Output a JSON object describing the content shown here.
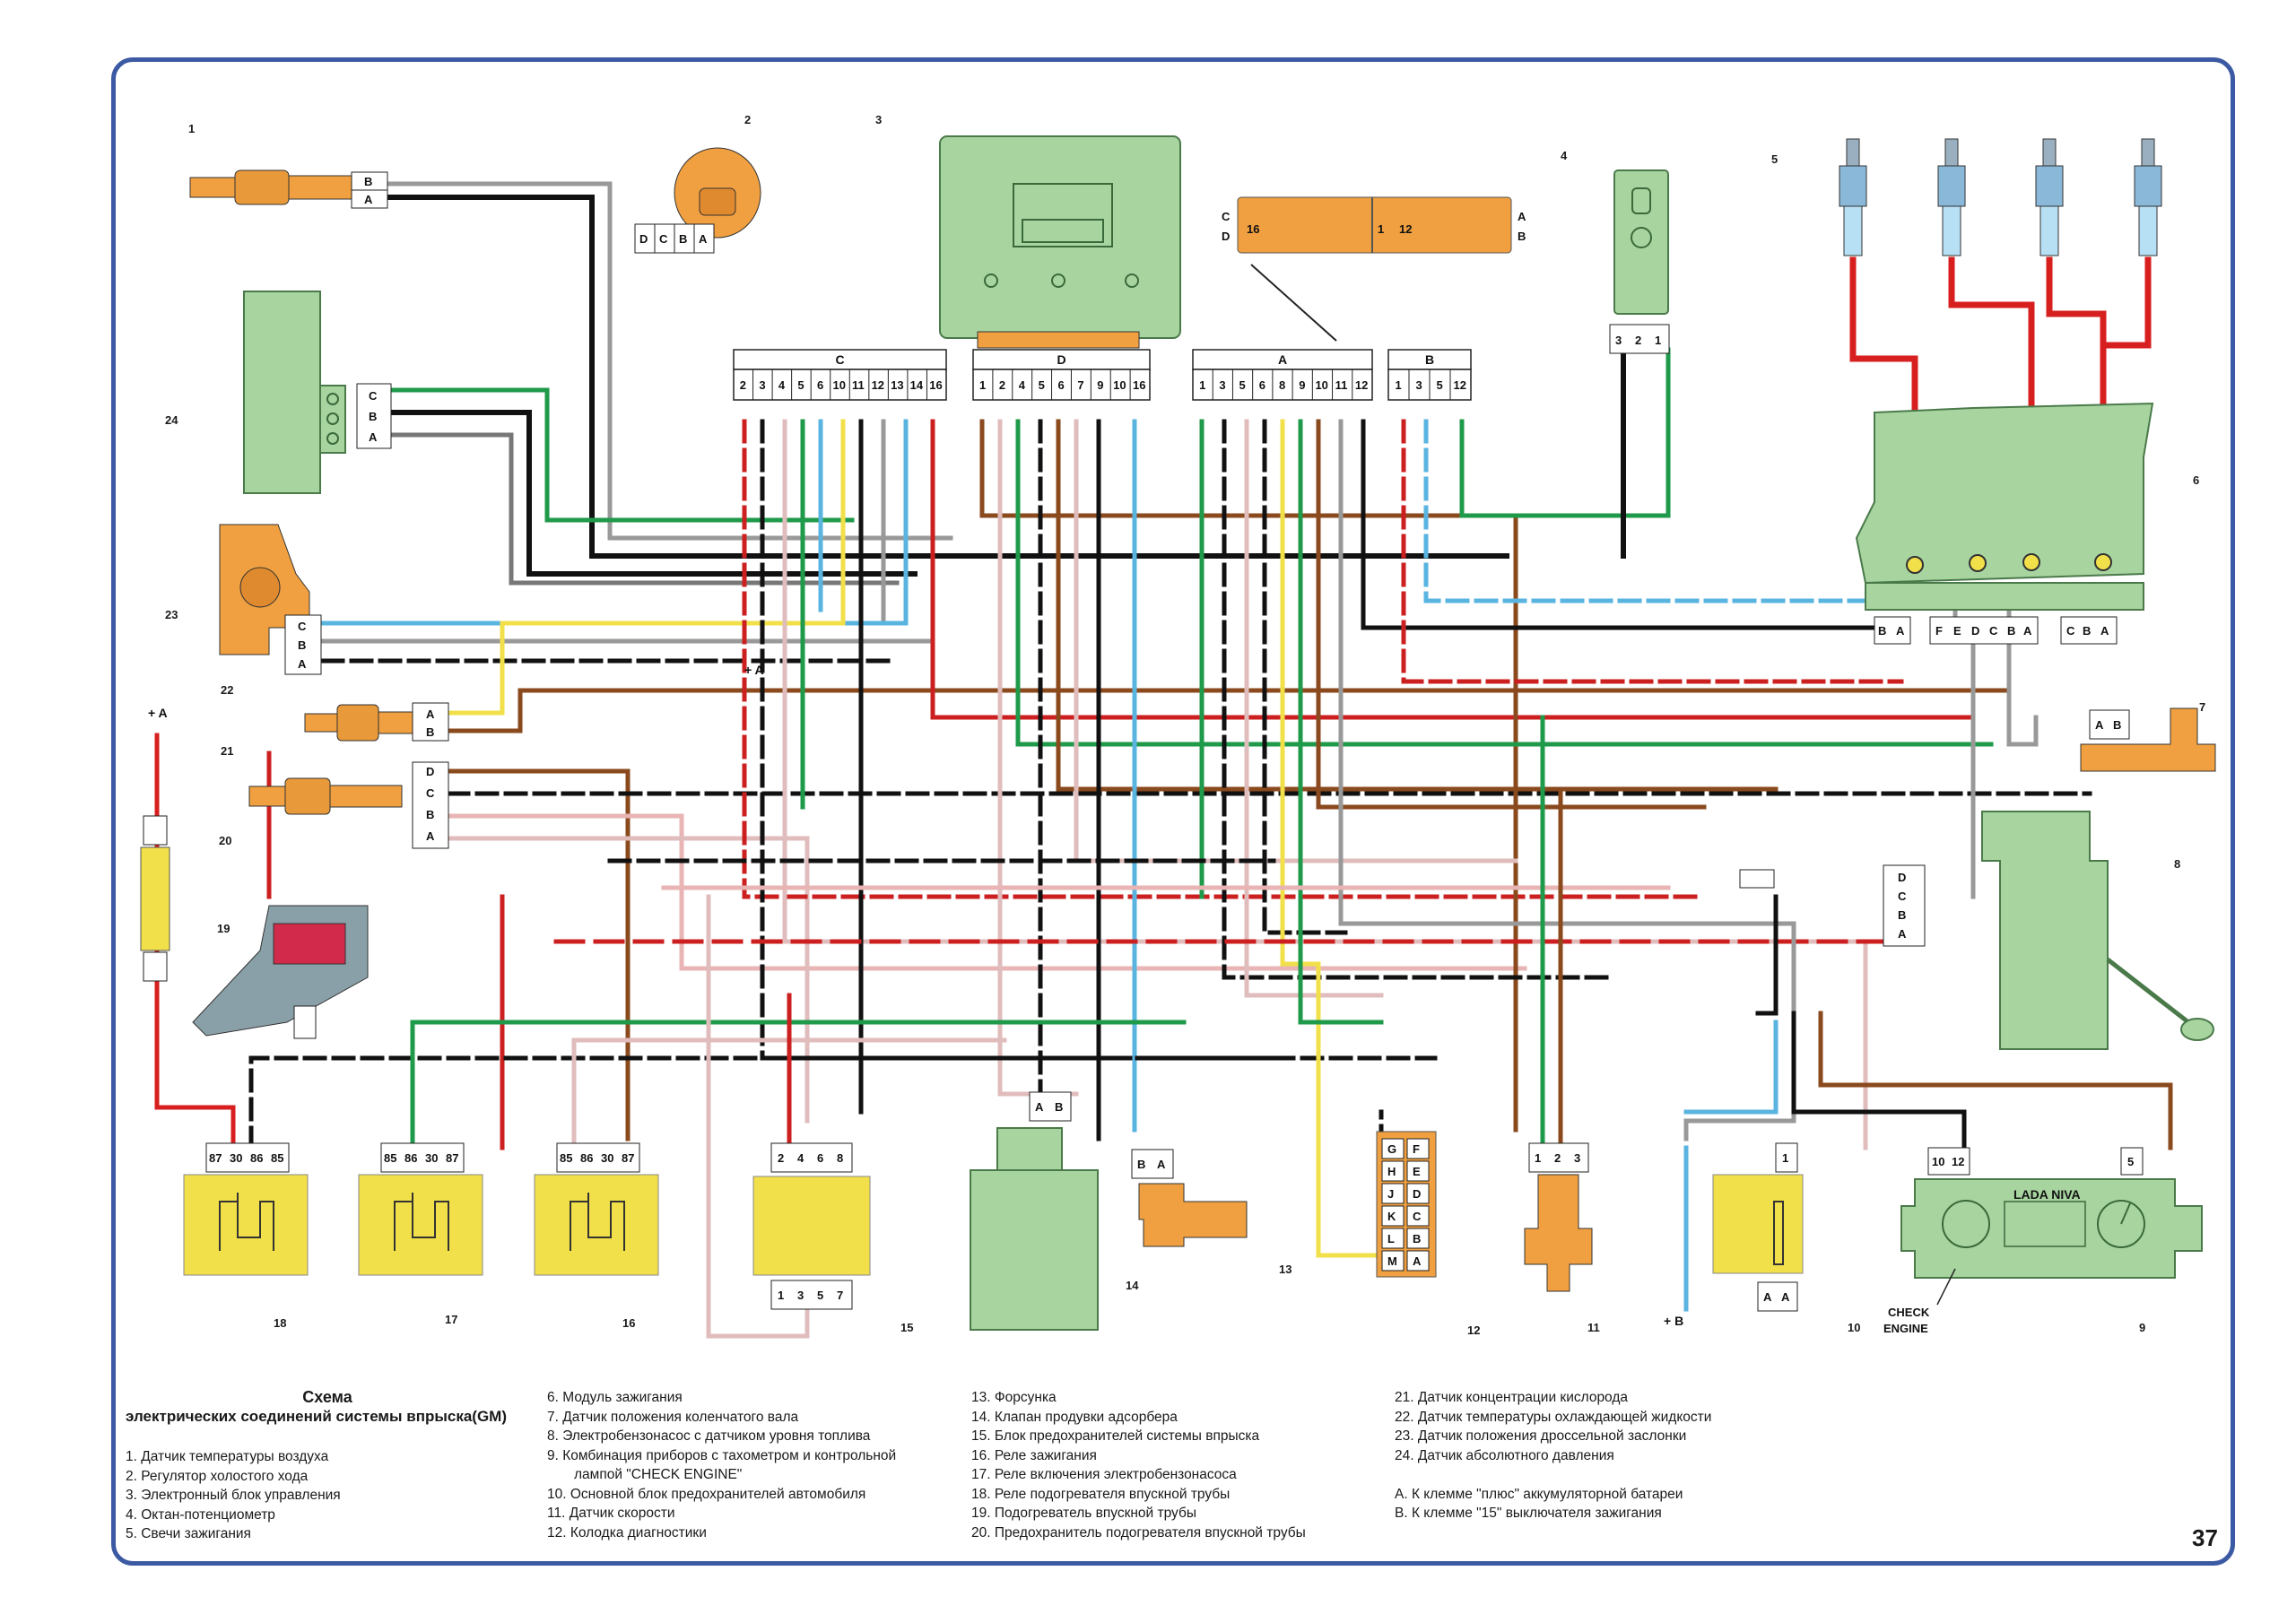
{
  "title": {
    "line1": "Схема",
    "line2": "электрических соединений системы впрыска(GM)"
  },
  "page_number": "37",
  "legend": {
    "col1": [
      "1. Датчик температуры воздуха",
      "2. Регулятор холостого хода",
      "3. Электронный блок управления",
      "4. Октан-потенциометр",
      "5. Свечи зажигания"
    ],
    "col2": [
      "6. Модуль зажигания",
      "7. Датчик положения коленчатого вала",
      "8. Электробензонасос с датчиком уровня топлива",
      "9. Комбинация приборов с тахометром и контрольной",
      "лампой \"CHECK ENGINE\"",
      "10. Основной блок предохранителей автомобиля",
      "11. Датчик скорости",
      "12. Колодка диагностики"
    ],
    "col3": [
      "13. Форсунка",
      "14. Клапан продувки адсорбера",
      "15. Блок предохранителей системы впрыска",
      "16. Реле зажигания",
      "17. Реле включения электробензонасоса",
      "18. Реле подогревателя впускной трубы",
      "19. Подогреватель впускной трубы",
      "20. Предохранитель подогревателя впускной трубы"
    ],
    "col4": [
      "21. Датчик концентрации кислорода",
      "22. Датчик температуры охлаждающей жидкости",
      "23. Датчик положения дроссельной заслонки",
      "24. Датчик абсолютного давления",
      "",
      "A. К клемме \"плюс\" аккумуляторной батареи",
      "B. К клемме \"15\" выключателя зажигания"
    ]
  },
  "connectors": {
    "C": {
      "header": "C",
      "pins": [
        "2",
        "3",
        "4",
        "5",
        "6",
        "10",
        "11",
        "12",
        "13",
        "14",
        "16"
      ]
    },
    "D": {
      "header": "D",
      "pins": [
        "1",
        "2",
        "4",
        "5",
        "6",
        "7",
        "9",
        "10",
        "16"
      ]
    },
    "A": {
      "header": "A",
      "pins": [
        "1",
        "3",
        "5",
        "6",
        "8",
        "9",
        "10",
        "11",
        "12"
      ]
    },
    "B": {
      "header": "B",
      "pins": [
        "1",
        "3",
        "5",
        "12"
      ]
    }
  },
  "component_labels": {
    "n1": "1",
    "n2": "2",
    "n3": "3",
    "n4": "4",
    "n5": "5",
    "n6": "6",
    "n7": "7",
    "n8": "8",
    "n9": "9",
    "n10": "10",
    "n11": "11",
    "n12": "12",
    "n13": "13",
    "n14": "14",
    "n15": "15",
    "n16": "16",
    "n17": "17",
    "n18": "18",
    "n19": "19",
    "n20": "20",
    "n21": "21",
    "n22": "22",
    "n23": "23",
    "n24": "24"
  },
  "ecu_plug": {
    "row1_left": "C",
    "row2_left": "D",
    "row1_right": "A",
    "row2_right": "B",
    "pin16": "16",
    "pin1": "1",
    "pin12": "12"
  },
  "relays": {
    "r18": [
      "87",
      "30",
      "86",
      "85"
    ],
    "r17": [
      "85",
      "86",
      "30",
      "87"
    ],
    "r16": [
      "85",
      "86",
      "30",
      "87"
    ],
    "fuse15_top": [
      "2",
      "4",
      "6",
      "8"
    ],
    "fuse15_bottom": [
      "1",
      "3",
      "5",
      "7"
    ]
  },
  "cluster": {
    "name": "LADA NIVA",
    "pins_left": [
      "10",
      "12"
    ],
    "pin_right": "5",
    "check1": "CHECK",
    "check2": "ENGINE"
  },
  "diag_pins": {
    "left": [
      "G",
      "H",
      "J",
      "K",
      "L",
      "M"
    ],
    "right": [
      "F",
      "E",
      "D",
      "C",
      "B",
      "A"
    ]
  },
  "misc": {
    "plus_a": "+ A",
    "plus_b": "+ B",
    "mark_a": "+ A"
  },
  "colors": {
    "frame": "#3c5aa3",
    "component_green": "#a8d4a0",
    "component_yellow": "#f2e04a",
    "component_orange": "#f0a040"
  }
}
